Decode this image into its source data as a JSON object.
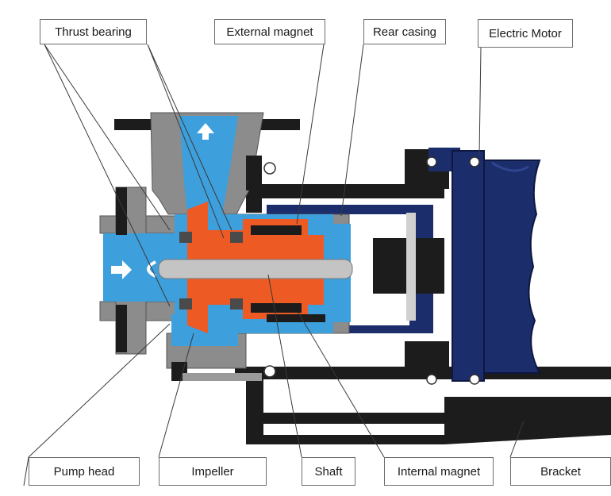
{
  "labels": {
    "thrust_bearing": "Thrust bearing",
    "external_magnet": "External magnet",
    "rear_casing": "Rear casing",
    "electric_motor": "Electric Motor",
    "pump_head": "Pump head",
    "impeller": "Impeller",
    "shaft": "Shaft",
    "internal_magnet": "Internal magnet",
    "bracket": "Bracket"
  },
  "colors": {
    "fluid_blue": "#3d9fdc",
    "rotor_orange": "#ee5a24",
    "motor_navy": "#1b2d6b",
    "casing_grey": "#8c8c8c",
    "frame_black": "#1c1c1c",
    "shaft_grey": "#c4c4c4"
  }
}
